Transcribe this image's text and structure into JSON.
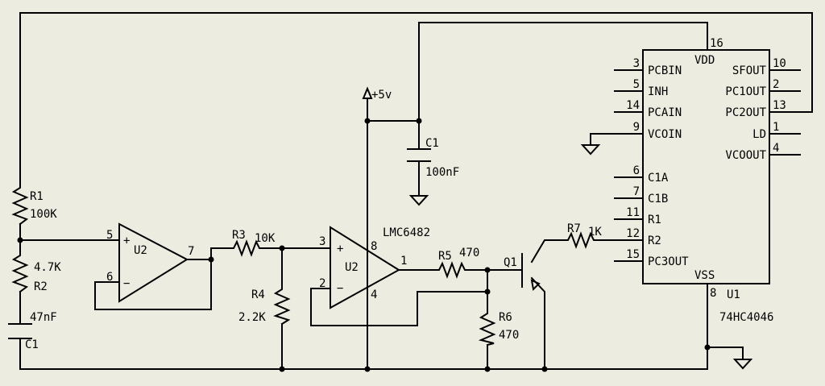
{
  "components": {
    "r1": {
      "ref": "R1",
      "value": "100K"
    },
    "r2": {
      "ref": "R2",
      "value": "4.7K"
    },
    "c_left": {
      "ref": "C1",
      "value": "47nF"
    },
    "u2a": {
      "ref": "U2",
      "pin_plus": "5",
      "pin_minus": "6",
      "pin_out": "7"
    },
    "r3": {
      "ref": "R3",
      "value": "10K"
    },
    "r4": {
      "ref": "R4",
      "value": "2.2K"
    },
    "u2b": {
      "ref": "U2",
      "part": "LMC6482",
      "pin_plus": "3",
      "pin_minus": "2",
      "pin_out": "1",
      "pin_vdd": "8",
      "pin_vss": "4"
    },
    "supply": {
      "label": "+5v"
    },
    "c_top": {
      "ref": "C1",
      "value": "100nF"
    },
    "r5": {
      "ref": "R5",
      "value": "470"
    },
    "r6": {
      "ref": "R6",
      "value": "470"
    },
    "q1": {
      "ref": "Q1"
    },
    "r7": {
      "ref": "R7",
      "value": "1K"
    },
    "u1": {
      "ref": "U1",
      "part": "74HC4046",
      "vdd": {
        "name": "VDD",
        "pin": "16"
      },
      "vss": {
        "name": "VSS",
        "pin": "8"
      },
      "left_pins": [
        {
          "pin": "3",
          "name": "PCBIN"
        },
        {
          "pin": "5",
          "name": "INH"
        },
        {
          "pin": "14",
          "name": "PCAIN"
        },
        {
          "pin": "9",
          "name": "VCOIN"
        },
        {
          "pin": "6",
          "name": "C1A"
        },
        {
          "pin": "7",
          "name": "C1B"
        },
        {
          "pin": "11",
          "name": "R1"
        },
        {
          "pin": "12",
          "name": "R2"
        },
        {
          "pin": "15",
          "name": "PC3OUT"
        }
      ],
      "right_pins": [
        {
          "pin": "10",
          "name": "SFOUT"
        },
        {
          "pin": "2",
          "name": "PC1OUT"
        },
        {
          "pin": "13",
          "name": "PC2OUT"
        },
        {
          "pin": "1",
          "name": "LD"
        },
        {
          "pin": "4",
          "name": "VCOOUT"
        }
      ]
    }
  }
}
